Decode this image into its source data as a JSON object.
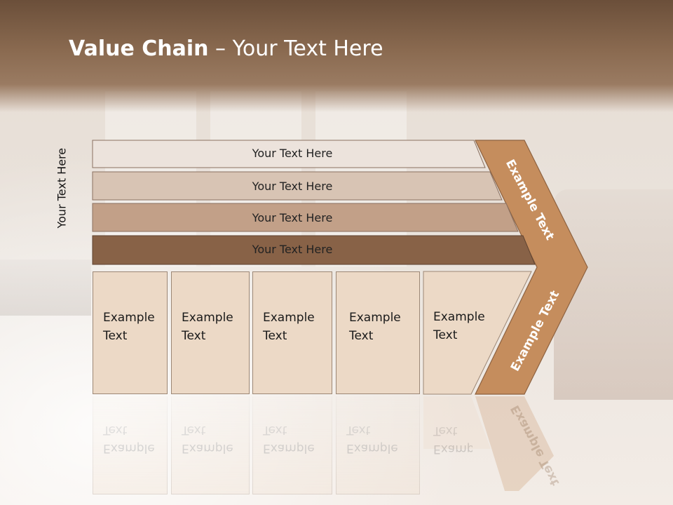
{
  "title": {
    "bold": "Value Chain",
    "rest": " – Your Text Here"
  },
  "side_label": "Your Text Here",
  "bars": [
    {
      "label": "Your Text Here",
      "color": "#ece3dc"
    },
    {
      "label": "Your Text Here",
      "color": "#d8c4b4"
    },
    {
      "label": "Your Text Here",
      "color": "#c2a088"
    },
    {
      "label": "Your Text Here",
      "color": "#886247"
    }
  ],
  "activities": [
    {
      "line1": "Example",
      "line2": "Text"
    },
    {
      "line1": "Example",
      "line2": "Text"
    },
    {
      "line1": "Example",
      "line2": "Text"
    },
    {
      "line1": "Example",
      "line2": "Text"
    },
    {
      "line1": "Example",
      "line2": "Text"
    }
  ],
  "margin": {
    "upper": "Example Text",
    "lower": "Example Text",
    "color": "#c58d5d"
  },
  "colors": {
    "header": "#7a5c45",
    "activity_fill": "#ecd9c6"
  }
}
